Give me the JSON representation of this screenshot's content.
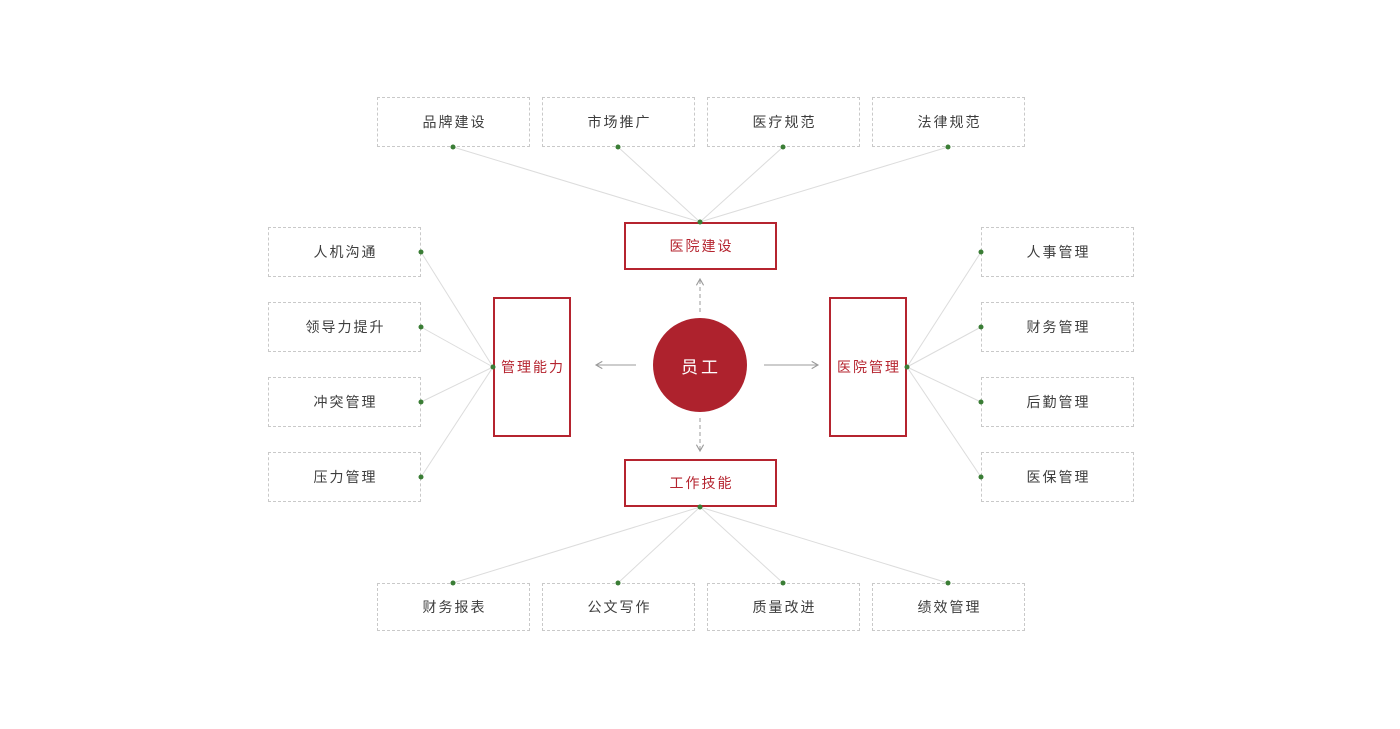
{
  "diagram": {
    "center": {
      "label": "员工"
    },
    "branches": [
      {
        "id": "hospital-construction",
        "label": "医院建设",
        "position": "top",
        "leaves": [
          "品牌建设",
          "市场推广",
          "医疗规范",
          "法律规范"
        ]
      },
      {
        "id": "management-ability",
        "label": "管理能力",
        "position": "left",
        "leaves": [
          "人机沟通",
          "领导力提升",
          "冲突管理",
          "压力管理"
        ]
      },
      {
        "id": "hospital-management",
        "label": "医院管理",
        "position": "right",
        "leaves": [
          "人事管理",
          "财务管理",
          "后勤管理",
          "医保管理"
        ]
      },
      {
        "id": "work-skills",
        "label": "工作技能",
        "position": "bottom",
        "leaves": [
          "财务报表",
          "公文写作",
          "质量改进",
          "绩效管理"
        ]
      }
    ],
    "colors": {
      "accent_red": "#b5242f",
      "center_fill": "#ae222d",
      "node_dot_green": "#3a7d35",
      "connector_line": "#dcdcdc",
      "arrow_gray": "#9b9b9b",
      "leaf_border": "#c9c9c9",
      "leaf_text": "#3d3d3d",
      "background": "#ffffff"
    }
  }
}
